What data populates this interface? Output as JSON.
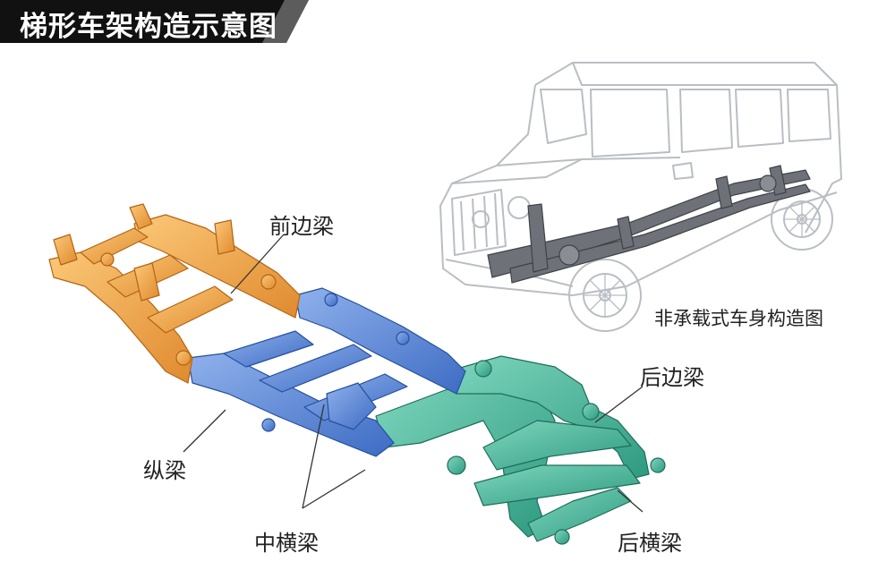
{
  "title": "梯形车架构造示意图",
  "labels": {
    "front_rail": "前边梁",
    "body_on_frame": "非承载式车身构造图",
    "rear_rail": "后边梁",
    "longitudinal_beam": "纵梁",
    "middle_crossmember": "中横梁",
    "rear_crossmember": "后横梁"
  },
  "colors": {
    "front_section": "#f0a44a",
    "middle_section": "#5b86d6",
    "rear_section": "#45b39a",
    "banner": "#111111"
  }
}
